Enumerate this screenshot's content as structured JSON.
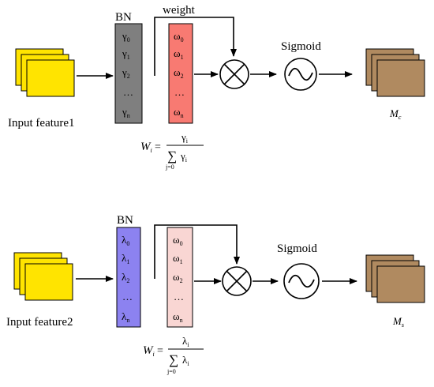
{
  "colors": {
    "feature_yellow": "#ffe400",
    "output_brown": "#b08a60",
    "bn_gray": "#7f7f7f",
    "bn_purple": "#8c82f0",
    "weight_red": "#f87a72",
    "weight_pink": "#f9d6d3"
  },
  "top": {
    "input_label": "Input feature1",
    "bn_label": "BN",
    "weight_label": "weight",
    "sigmoid_label": "Sigmoid",
    "bn_items": [
      {
        "sym": "γ",
        "sub": "0"
      },
      {
        "sym": "γ",
        "sub": "1"
      },
      {
        "sym": "γ",
        "sub": "2"
      },
      {
        "sym": "…",
        "sub": ""
      },
      {
        "sym": "γ",
        "sub": "n"
      }
    ],
    "w_items": [
      {
        "sym": "ω",
        "sub": "0"
      },
      {
        "sym": "ω",
        "sub": "1"
      },
      {
        "sym": "ω",
        "sub": "2"
      },
      {
        "sym": "…",
        "sub": ""
      },
      {
        "sym": "ω",
        "sub": "n"
      }
    ],
    "output_label": {
      "sym": "M",
      "sub": "c"
    },
    "formula": {
      "lhs": "W",
      "lhs_sub": "i",
      "eq": "=",
      "num": "γ",
      "num_sub": "i",
      "den_sum": "∑",
      "den": "γ",
      "den_sub": "i",
      "idx": "j=0"
    },
    "multiply_icon": "multiply-icon",
    "sigmoid_icon": "sigmoid-wave-icon"
  },
  "bottom": {
    "input_label": "Input  feature2",
    "bn_label": "BN",
    "sigmoid_label": "Sigmoid",
    "bn_items": [
      {
        "sym": "λ",
        "sub": "0"
      },
      {
        "sym": "λ",
        "sub": "1"
      },
      {
        "sym": "λ",
        "sub": "2"
      },
      {
        "sym": "…",
        "sub": ""
      },
      {
        "sym": "λ",
        "sub": "n"
      }
    ],
    "w_items": [
      {
        "sym": "ω",
        "sub": "0"
      },
      {
        "sym": "ω",
        "sub": "1"
      },
      {
        "sym": "ω",
        "sub": "2"
      },
      {
        "sym": "…",
        "sub": ""
      },
      {
        "sym": "ω",
        "sub": "n"
      }
    ],
    "output_label": {
      "sym": "M",
      "sub": "s"
    },
    "formula": {
      "lhs": "W",
      "lhs_sub": "i",
      "eq": "=",
      "num": "λ",
      "num_sub": "i",
      "den_sum": "∑",
      "den": "λ",
      "den_sub": "i",
      "idx": "j=0"
    },
    "multiply_icon": "multiply-icon",
    "sigmoid_icon": "sigmoid-wave-icon"
  }
}
